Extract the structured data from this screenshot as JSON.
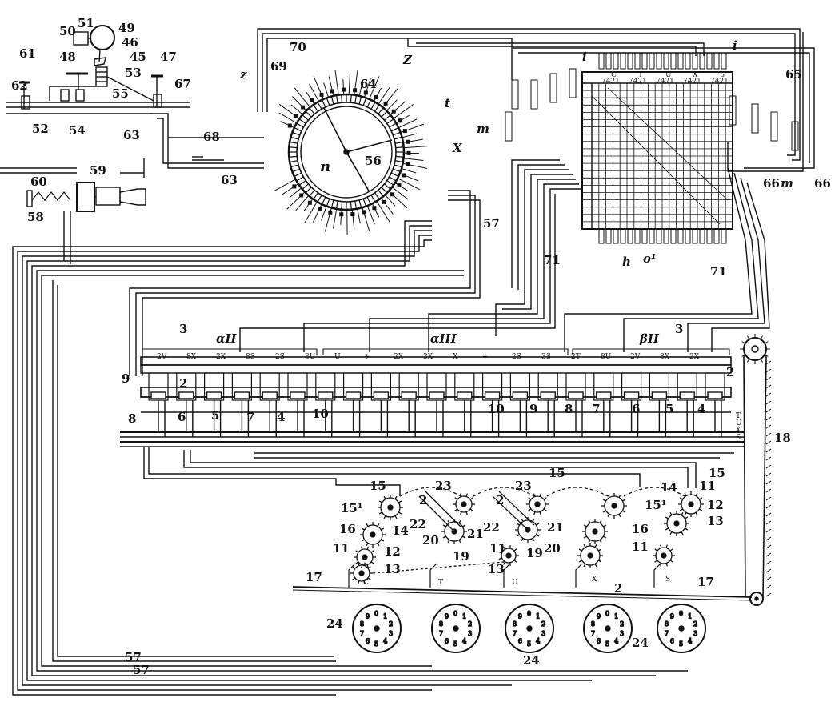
{
  "numeric_labels": {
    "n2": "2",
    "n3": "3",
    "n4": "4",
    "n5": "5",
    "n6": "6",
    "n7": "7",
    "n8": "8",
    "n9": "9",
    "n10": "10",
    "n11": "11",
    "n12": "12",
    "n13": "13",
    "n14": "14",
    "n15": "15",
    "n15p": "15¹",
    "n16": "16",
    "n17": "17",
    "n18": "18",
    "n19": "19",
    "n20": "20",
    "n21": "21",
    "n22": "22",
    "n23": "23",
    "n24": "24",
    "n45": "45",
    "n46": "46",
    "n47": "47",
    "n48": "48",
    "n49": "49",
    "n50": "50",
    "n51": "51",
    "n52": "52",
    "n53": "53",
    "n54": "54",
    "n55": "55",
    "n56": "56",
    "n57": "57",
    "n58": "58",
    "n59": "59",
    "n60": "60",
    "n61": "61",
    "n62": "62",
    "n63": "63",
    "n64": "64",
    "n65": "65",
    "n66": "66",
    "n67": "67",
    "n68": "68",
    "n69": "69",
    "n70": "70",
    "n71": "71"
  },
  "letter_labels": {
    "z": "z",
    "Z": "Z",
    "i": "i",
    "m": "m",
    "t": "t",
    "X": "X",
    "n": "n",
    "h": "h",
    "o1": "o¹",
    "alpha2": "αII",
    "alpha3": "αIII",
    "beta2": "βII"
  },
  "register_terms": [
    "2V",
    "8X",
    "2X",
    "8S",
    "2S",
    "3U",
    "U",
    "+",
    "2X",
    "3X",
    "X",
    "+",
    "2S",
    "3S",
    "2T",
    "8U",
    "2V",
    "8X",
    "2X"
  ],
  "rail_letters": [
    "T",
    "U",
    "X",
    "S"
  ],
  "wheel_letters": [
    "C",
    "T",
    "U",
    "X",
    "S"
  ],
  "board_header": [
    "C",
    "T",
    "U",
    "X",
    "S"
  ],
  "board_digits": "7421"
}
